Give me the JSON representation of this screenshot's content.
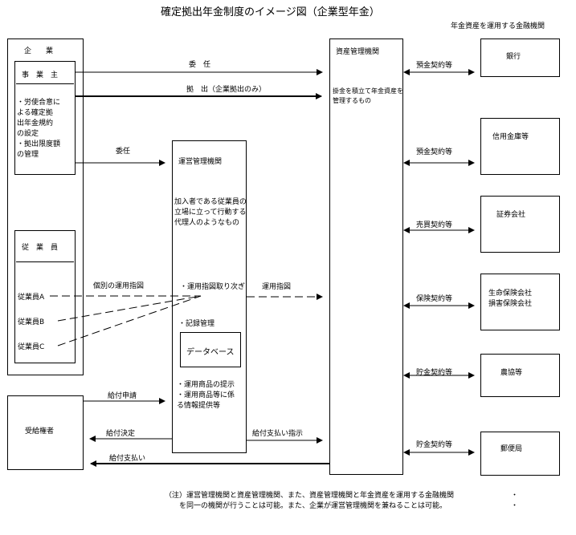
{
  "title": "確定拠出年金制度のイメージ図（企業型年金）",
  "fi_caption": "年金資産を運用する金融機関",
  "company": {
    "label": "企　　業",
    "employer": {
      "label": "事　業　主",
      "text": "・労使合意に\n よる確定拠\n 出年金規約\n の設定\n・拠出限度額\n の管理"
    },
    "employees": {
      "label": "従　業　員",
      "list": [
        "従業員A",
        "従業員B",
        "従業員C"
      ]
    }
  },
  "beneficiary": {
    "label": "受給権者"
  },
  "record_keeper": {
    "label": "運営管理機関",
    "desc": "加入者である従業員の\n立場に立って行動する\n代理人のようなもの",
    "instruction_item": "・運用指図取り次ぎ",
    "record_item": "・記録管理",
    "database": "データベース",
    "info_items": "・運用商品の提示\n・運用商品等に係\n る情報提供等"
  },
  "asset_manager": {
    "label": "資産管理機関",
    "desc": "掛金を積立て年金資産を\n管理するもの"
  },
  "institutions": [
    {
      "name": "銀行",
      "contract": "預金契約等"
    },
    {
      "name": "信用金庫等",
      "contract": "預金契約等"
    },
    {
      "name": "証券会社",
      "contract": "売買契約等"
    },
    {
      "name": "生命保険会社\n損害保険会社",
      "contract": "保険契約等"
    },
    {
      "name": "農協等",
      "contract": "貯金契約等"
    },
    {
      "name": "郵便局",
      "contract": "貯金契約等"
    }
  ],
  "flows": {
    "entrust_to_asset": "委　任",
    "contribution": "拠　出（企業拠出のみ）",
    "entrust_to_rk": "委任",
    "individual_instruction": "個別の運用指図",
    "investment_instruction": "運用指図",
    "benefit_request": "給付申請",
    "benefit_decision": "給付決定",
    "payment_instruction": "給付支払い指示",
    "payment": "給付支払い"
  },
  "note": "（注）運営管理機関と資産管理機関、また、資産管理機関と年金資産を運用する金融機関\n　　を同一の機関が行うことは可能。また、企業が運営管理機関を兼ねることは可能。",
  "note_marks": "・\n・"
}
